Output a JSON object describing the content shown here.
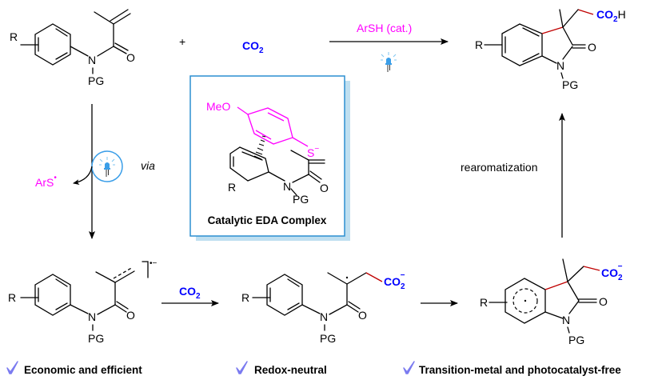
{
  "title": "Thiol-catalyzed carboxylation via catalytic EDA complex",
  "colors": {
    "reagent_magenta": "#ff00ff",
    "co2_blue": "#0000ff",
    "new_bond_red": "#c00000",
    "box_border": "#2c8fd0",
    "box_shadow": "#bfdff0",
    "check": "#7b7bf0",
    "led_blue": "#3a9ee8"
  },
  "top_reaction": {
    "substrate": {
      "substituent": "R",
      "n_label": "N",
      "o_label": "O",
      "pg_label": "PG"
    },
    "plus": "+",
    "co2": {
      "main": "CO",
      "sub": "2"
    },
    "arrow_above": "ArSH (cat.)",
    "arrow_below_icon": "led-light-icon",
    "product": {
      "substituent": "R",
      "n_label": "N",
      "o_label": "O",
      "pg_label": "PG",
      "acid_main": "CO",
      "acid_sub": "2",
      "acid_tail": "H"
    }
  },
  "eda_box": {
    "methoxy": "MeO",
    "thiolate": "S",
    "thiolate_charge": "−",
    "substituent": "R",
    "n_label": "N",
    "o_label": "O",
    "pg_label": "PG",
    "caption": "Catalytic EDA Complex"
  },
  "left_path": {
    "via_label": "via",
    "side_product": "ArS",
    "side_product_dot": "•"
  },
  "right_path": {
    "label": "rearomatization"
  },
  "bottom_row": {
    "radical_anion": {
      "substituent": "R",
      "n_label": "N",
      "o_label": "O",
      "pg_label": "PG",
      "charge": "•−"
    },
    "co2_arrow": {
      "main": "CO",
      "sub": "2"
    },
    "carboxylate": {
      "substituent": "R",
      "n_label": "N",
      "o_label": "O",
      "pg_label": "PG",
      "co2_main": "CO",
      "co2_sub": "2",
      "charge": "−"
    },
    "cyclized": {
      "substituent": "R",
      "n_label": "N",
      "o_label": "O",
      "pg_label": "PG",
      "co2_main": "CO",
      "co2_sub": "2",
      "charge": "−"
    }
  },
  "features": [
    {
      "icon": "check-icon",
      "label": "Economic and efficient"
    },
    {
      "icon": "check-icon",
      "label": "Redox-neutral"
    },
    {
      "icon": "check-icon",
      "label": "Transition-metal and photocatalyst-free"
    }
  ]
}
